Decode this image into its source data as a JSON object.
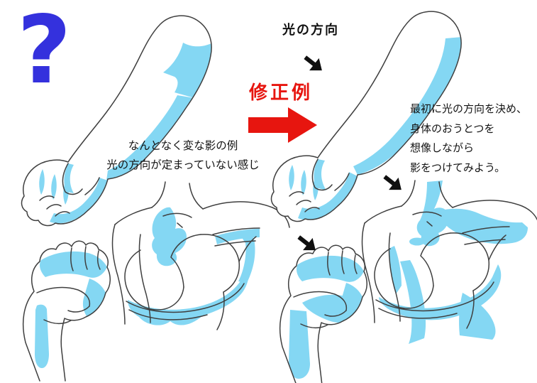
{
  "colors": {
    "background": "#ffffff",
    "shade_blue": "#84d7f3",
    "line": "#3f3f3f",
    "accent_red": "#e7150f",
    "question_blue": "#3431dd",
    "arrow_black": "#101010"
  },
  "left_panel": {
    "question_mark": "?",
    "caption_line1": "なんとなく変な影の例",
    "caption_line2": "光の方向が定まっていない感じ"
  },
  "center": {
    "correction_label": "修正例"
  },
  "right_panel": {
    "light_direction_label": "光の方向",
    "caption_line1": "最初に光の方向を決め、",
    "caption_line2": "身体のおうとつを",
    "caption_line3": "想像しながら",
    "caption_line4": "影をつけてみよう。"
  }
}
